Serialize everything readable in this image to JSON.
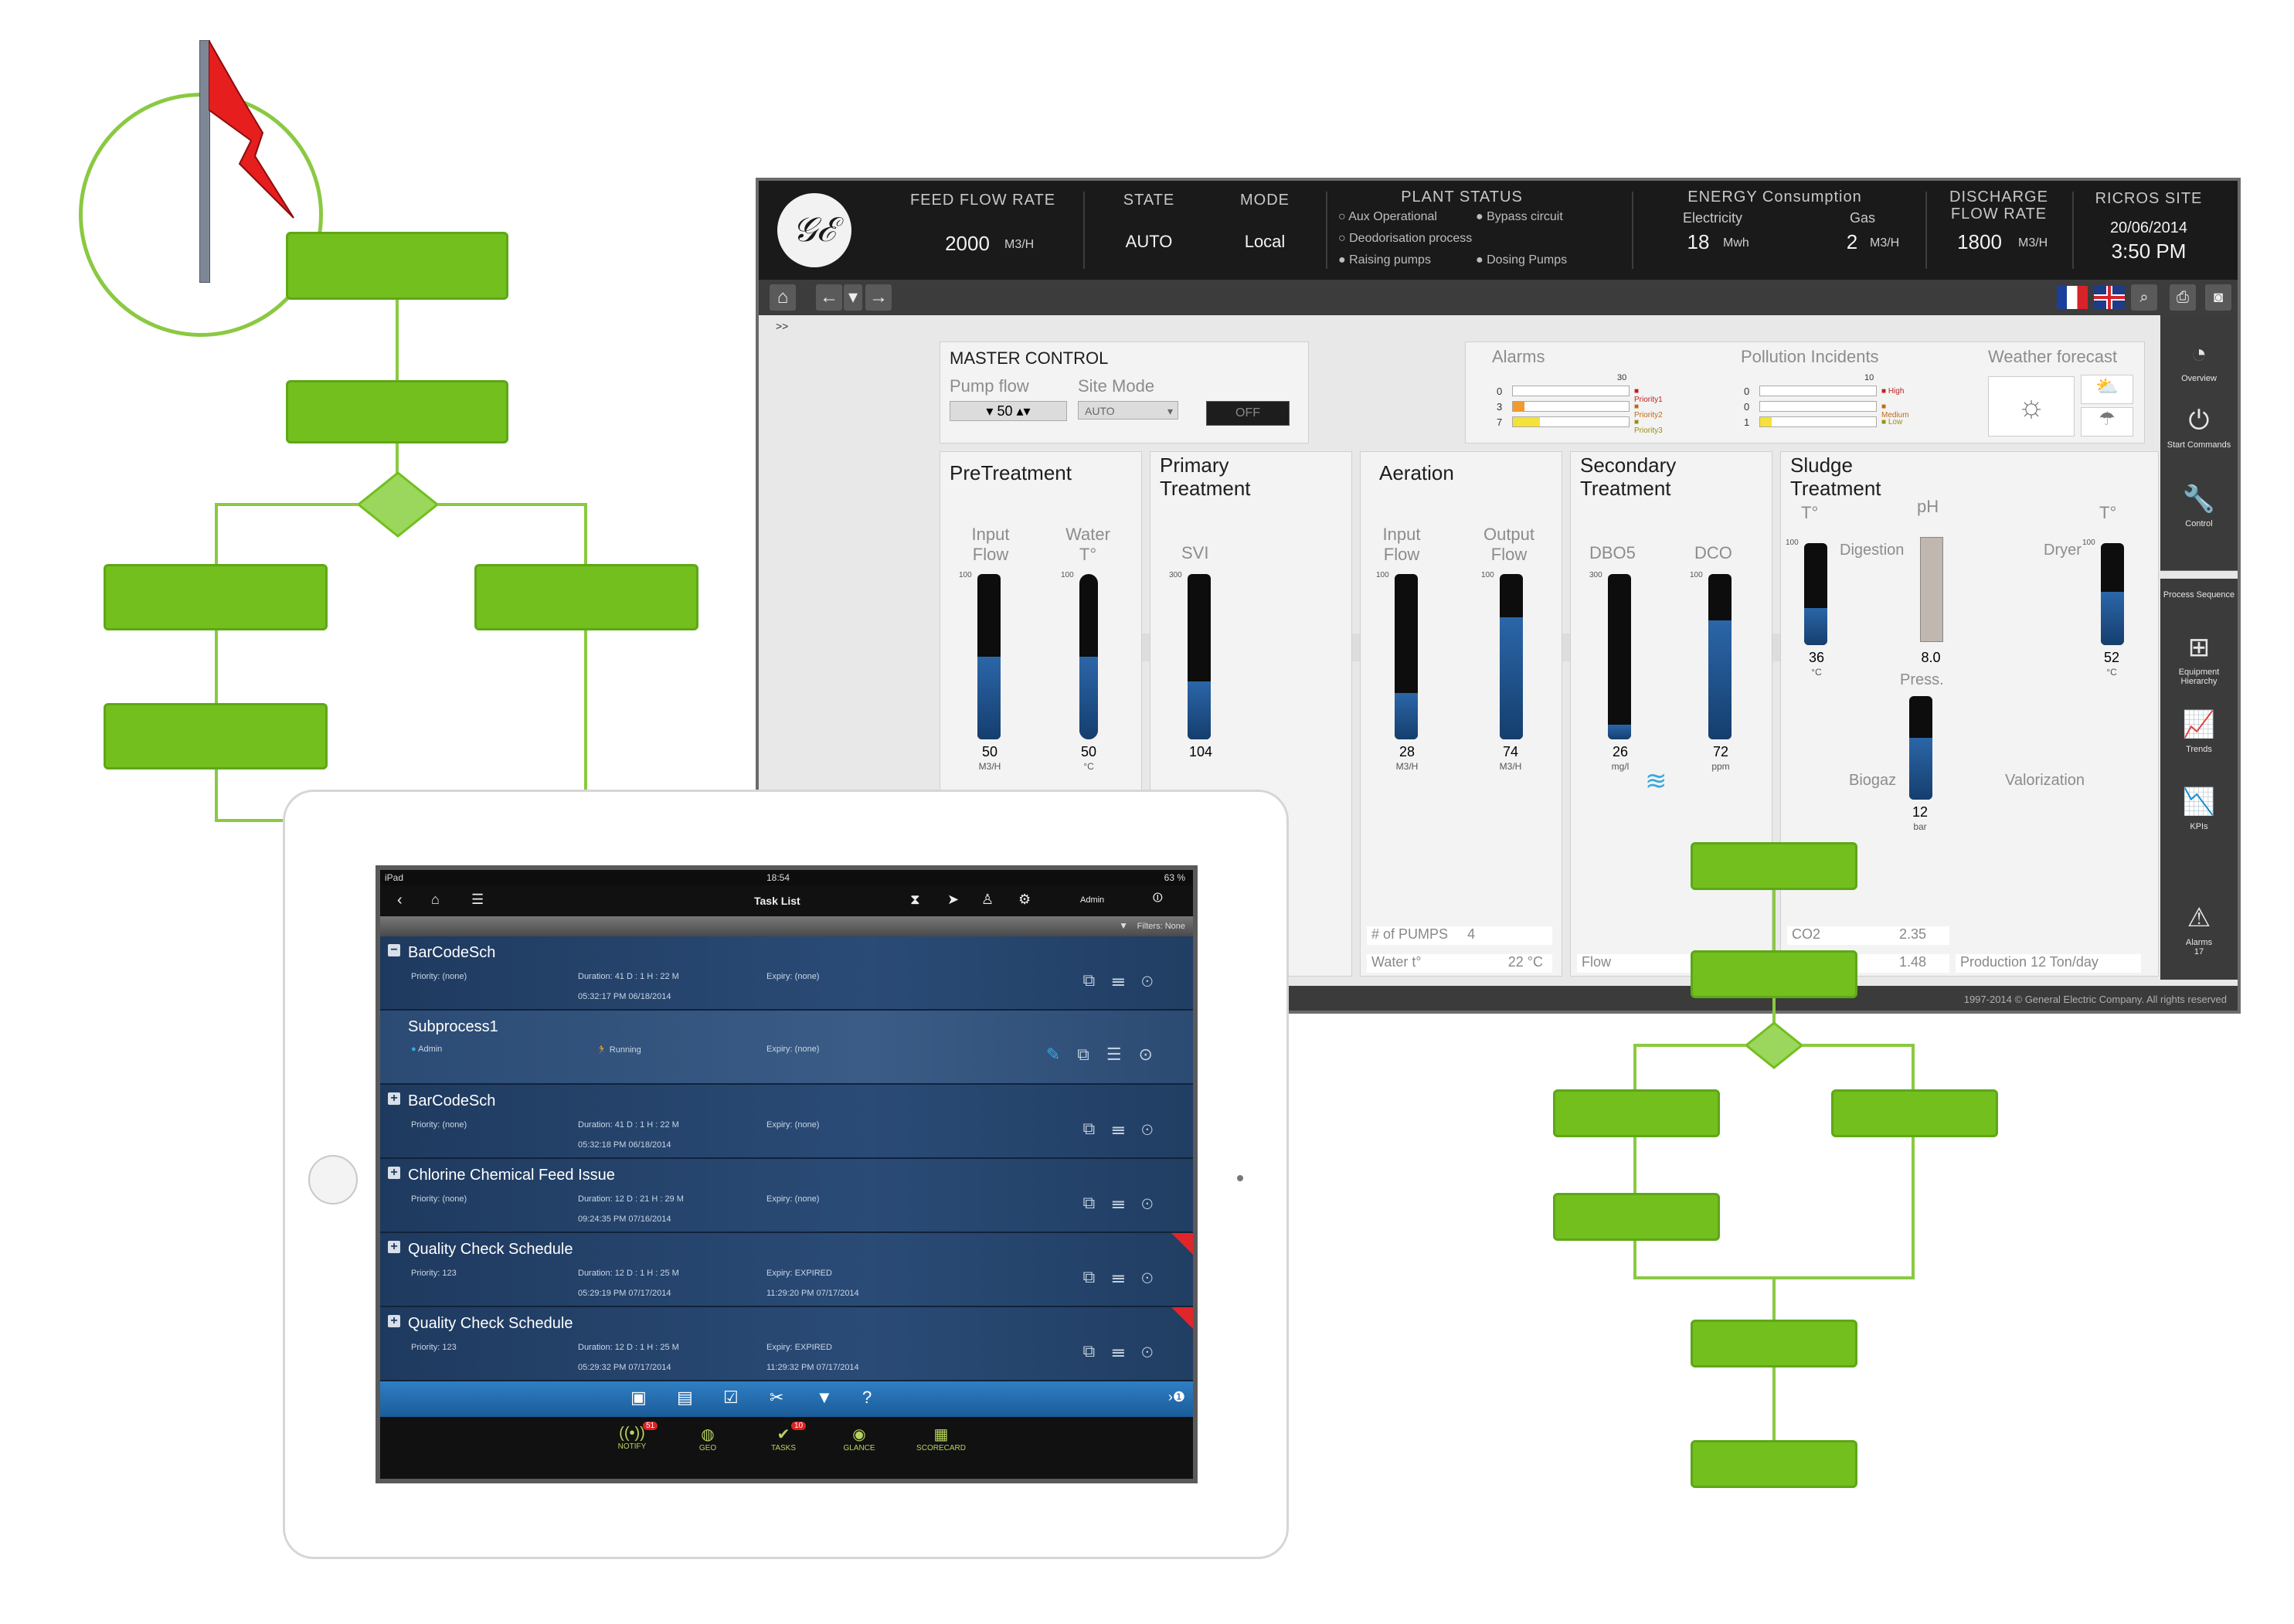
{
  "flowchart_left": {
    "boxes": 5
  },
  "scada": {
    "header": {
      "feed_flow_label": "FEED FLOW RATE",
      "feed_flow_value": "2000",
      "feed_flow_unit": "M3/H",
      "state_label": "STATE",
      "state_value": "AUTO",
      "mode_label": "MODE",
      "mode_value": "Local",
      "plant_status_label": "PLANT STATUS",
      "plant_status_items": [
        "Aux Operational",
        "Bypass circuit",
        "Deodorisation process",
        "Raising pumps",
        "Dosing Pumps"
      ],
      "energy_label": "ENERGY Consumption",
      "electricity_label": "Electricity",
      "electricity_value": "18",
      "electricity_unit": "Mwh",
      "gas_label": "Gas",
      "gas_value": "2",
      "gas_unit": "M3/H",
      "discharge_label_1": "DISCHARGE",
      "discharge_label_2": "FLOW RATE",
      "discharge_value": "1800",
      "discharge_unit": "M3/H",
      "site_label": "RICROS SITE",
      "date": "20/06/2014",
      "time": "3:50 PM"
    },
    "toolbar": {
      "home": "⌂",
      "back": "←",
      "down": "▾",
      "forward": "→",
      "breadcrumb": ">>"
    },
    "master_control": {
      "title": "MASTER CONTROL",
      "pump_flow_label": "Pump flow",
      "pump_flow_value": "50",
      "site_mode_label": "Site Mode",
      "site_mode_value": "AUTO",
      "switch_label": "OFF"
    },
    "alarms": {
      "title": "Alarms",
      "counts": [
        "0",
        "3",
        "7"
      ],
      "scale_max": "30",
      "legend": [
        "Priority1",
        "Priority2",
        "Priority3"
      ],
      "levels": [
        0,
        0.1,
        0.23
      ]
    },
    "pollution": {
      "title": "Pollution Incidents",
      "counts": [
        "0",
        "0",
        "1"
      ],
      "scale_max": "10",
      "legend": [
        "High",
        "Medium",
        "Low"
      ],
      "levels": [
        0,
        0,
        0.1
      ]
    },
    "weather": {
      "title": "Weather forecast"
    },
    "sections": [
      {
        "title": "PreTreatment",
        "gauges": [
          {
            "label": "Input Flow",
            "value": "50",
            "unit": "M3/H",
            "max": "100",
            "fill": 0.5
          },
          {
            "label": "Water T°",
            "value": "50",
            "unit": "°C",
            "max": "100",
            "fill": 0.5
          }
        ]
      },
      {
        "title": "Primary Treatment",
        "gauges": [
          {
            "label": "SVI",
            "value": "104",
            "unit": "",
            "max": "300",
            "fill": 0.35
          }
        ]
      },
      {
        "title": "Aeration",
        "gauges": [
          {
            "label": "Input Flow",
            "value": "28",
            "unit": "M3/H",
            "max": "100",
            "fill": 0.28
          },
          {
            "label": "Output Flow",
            "value": "74",
            "unit": "M3/H",
            "max": "100",
            "fill": 0.74
          }
        ],
        "footer": [
          {
            "label": "# of PUMPS",
            "value": "4"
          },
          {
            "label": "Water t°",
            "value": "22 °C"
          }
        ]
      },
      {
        "title": "Secondary Treatment",
        "gauges": [
          {
            "label": "DBO5",
            "value": "26",
            "unit": "mg/l",
            "max": "300",
            "fill": 0.09
          },
          {
            "label": "DCO",
            "value": "72",
            "unit": "ppm",
            "max": "100",
            "fill": 0.72
          }
        ],
        "footer": [
          {
            "label": "Flow",
            "value": ""
          }
        ]
      },
      {
        "title": "Sludge Treatment",
        "labels": {
          "temp1": "T°",
          "ph": "pH",
          "temp2": "T°",
          "digestion": "Digestion",
          "dryer": "Dryer",
          "press": "Press.",
          "biogaz": "Biogaz",
          "valorization": "Valorization"
        },
        "gauges": [
          {
            "label": "T°",
            "value": "36",
            "unit": "°C",
            "max": "100",
            "fill": 0.36
          },
          {
            "label": "pH",
            "value": "8.0",
            "unit": "",
            "max": "",
            "fill": 1
          },
          {
            "label": "T°",
            "value": "52",
            "unit": "°C",
            "max": "100",
            "fill": 0.52
          },
          {
            "label": "Press.",
            "value": "12",
            "unit": "bar",
            "max": "",
            "fill": 0.6
          }
        ],
        "footer": [
          {
            "label": "CO2",
            "value": "2.35"
          },
          {
            "label": "",
            "value": "1.48"
          },
          {
            "label": "Production",
            "value": "12",
            "unit": "Ton/day"
          }
        ]
      }
    ],
    "sidebar": [
      {
        "label": "Overview",
        "icon": "gauge-icon"
      },
      {
        "label": "Start Commands",
        "icon": "power-icon"
      },
      {
        "label": "Control",
        "icon": "wrench-icon"
      },
      {
        "label": "Process Sequence",
        "icon": "sequence-icon"
      },
      {
        "label": "Equipment Hierarchy",
        "icon": "hierarchy-icon"
      },
      {
        "label": "Trends",
        "icon": "trends-icon"
      },
      {
        "label": "KPIs",
        "icon": "kpi-icon"
      },
      {
        "label": "Alarms",
        "icon": "alarm-icon",
        "count": "17"
      }
    ],
    "footer_text": "1997-2014 © General Electric Company. All rights reserved"
  },
  "ipad": {
    "status_bar": {
      "device": "iPad",
      "time": "18:54",
      "battery": "63 %"
    },
    "nav": {
      "title": "Task List",
      "user": "Admin"
    },
    "filters": "Filters: None",
    "tasks": [
      {
        "title": "BarCodeSch",
        "priority": "Priority:   (none)",
        "duration": "Duration:   41 D : 1 H : 22 M",
        "start": "05:32:17 PM 06/18/2014",
        "expiry": "Expiry:   (none)",
        "expiry_time": "",
        "expanded": "−",
        "flag": false
      },
      {
        "title": "Subprocess1",
        "priority": "Admin",
        "duration": "Running",
        "start": "",
        "expiry": "Expiry:   (none)",
        "expiry_time": "",
        "expanded": "",
        "flag": false
      },
      {
        "title": "BarCodeSch",
        "priority": "Priority:   (none)",
        "duration": "Duration:   41 D : 1 H : 22 M",
        "start": "05:32:18 PM 06/18/2014",
        "expiry": "Expiry:   (none)",
        "expiry_time": "",
        "expanded": "+",
        "flag": false
      },
      {
        "title": "Chlorine Chemical Feed Issue",
        "priority": "Priority:   (none)",
        "duration": "Duration:   12 D : 21 H : 29 M",
        "start": "09:24:35 PM 07/16/2014",
        "expiry": "Expiry:   (none)",
        "expiry_time": "",
        "expanded": "+",
        "flag": false
      },
      {
        "title": "Quality Check Schedule",
        "priority": "Priority:   123",
        "duration": "Duration:   12 D : 1 H : 25 M",
        "start": "05:29:19 PM 07/17/2014",
        "expiry": "Expiry:   EXPIRED",
        "expiry_time": "11:29:20 PM 07/17/2014",
        "expanded": "+",
        "flag": true
      },
      {
        "title": "Quality Check Schedule",
        "priority": "Priority:   123",
        "duration": "Duration:   12 D : 1 H : 25 M",
        "start": "05:29:32 PM 07/17/2014",
        "expiry": "Expiry:   EXPIRED",
        "expiry_time": "11:29:32 PM 07/17/2014",
        "expanded": "+",
        "flag": true
      }
    ],
    "bottom_tabs": [
      {
        "label": "NOTIFY",
        "badge": "51"
      },
      {
        "label": "GEO",
        "badge": ""
      },
      {
        "label": "TASKS",
        "badge": "10"
      },
      {
        "label": "GLANCE",
        "badge": ""
      },
      {
        "label": "SCORECARD",
        "badge": ""
      }
    ]
  }
}
